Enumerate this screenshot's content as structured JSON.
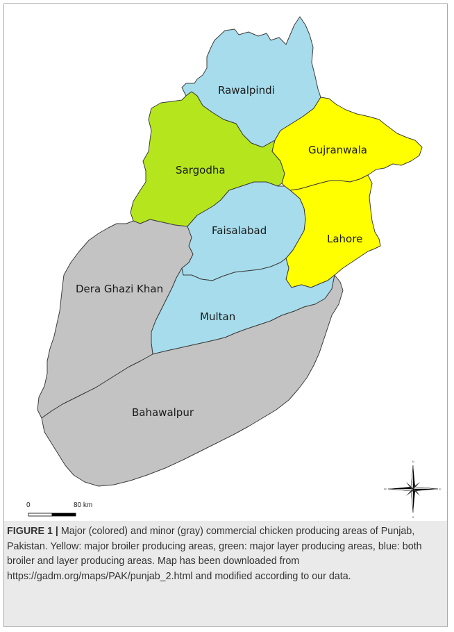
{
  "regions": [
    {
      "id": "rawalpindi",
      "label": "Rawalpindi",
      "category": "both broiler and layer",
      "color": "#a6dceb"
    },
    {
      "id": "sargodha",
      "label": "Sargodha",
      "category": "major layer",
      "color": "#b5e61d"
    },
    {
      "id": "gujranwala",
      "label": "Gujranwala",
      "category": "major broiler",
      "color": "#ffff00"
    },
    {
      "id": "lahore",
      "label": "Lahore",
      "category": "major broiler",
      "color": "#ffff00"
    },
    {
      "id": "faisalabad",
      "label": "Faisalabad",
      "category": "both broiler and layer",
      "color": "#a6dceb"
    },
    {
      "id": "multan",
      "label": "Multan",
      "category": "both broiler and layer",
      "color": "#a6dceb"
    },
    {
      "id": "dera_ghazi_khan",
      "label": "Dera Ghazi Khan",
      "category": "minor",
      "color": "#c3c3c3"
    },
    {
      "id": "bahawalpur",
      "label": "Bahawalpur",
      "category": "minor",
      "color": "#c3c3c3"
    }
  ],
  "scale_bar": {
    "start_label": "0",
    "end_label": "80 km"
  },
  "compass": {
    "n": "N",
    "s": "S",
    "e": "E",
    "w": "W"
  },
  "caption": {
    "figure_label": "FIGURE 1 |",
    "text": " Major (colored) and minor (gray) commercial chicken producing areas of Punjab, Pakistan. Yellow: major broiler producing areas, green: major layer producing areas, blue: both broiler and layer producing areas. Map has been downloaded from https://gadm.org/maps/PAK/punjab_2.html and modified according to our data."
  }
}
